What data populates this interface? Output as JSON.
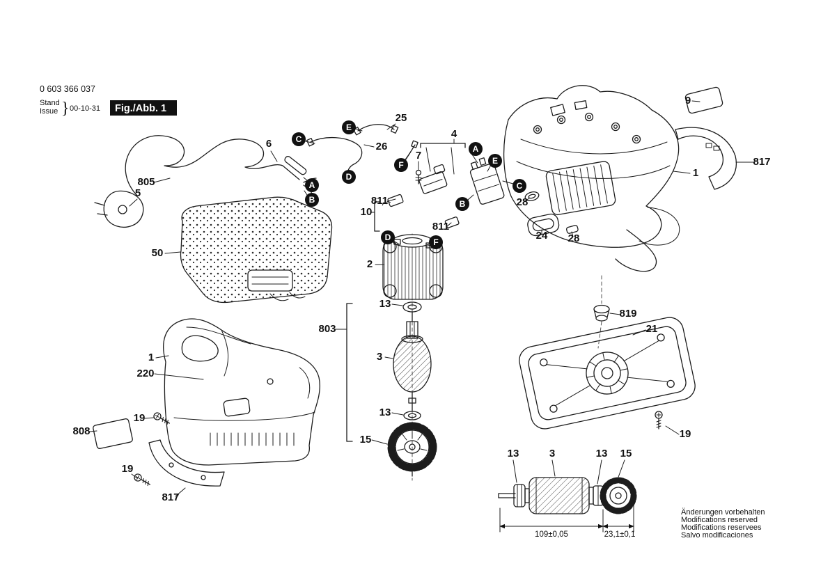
{
  "header": {
    "part_number": "0 603 366 037",
    "stand_label": "Stand",
    "issue_label": "Issue",
    "brace": "}",
    "date": "00-10-31",
    "figure_label": "Fig./Abb. 1"
  },
  "callouts": [
    {
      "id": "805",
      "label": "805"
    },
    {
      "id": "5",
      "label": "5"
    },
    {
      "id": "6",
      "label": "6"
    },
    {
      "id": "25",
      "label": "25"
    },
    {
      "id": "26",
      "label": "26"
    },
    {
      "id": "4",
      "label": "4"
    },
    {
      "id": "7",
      "label": "7"
    },
    {
      "id": "811-left",
      "label": "811"
    },
    {
      "id": "10",
      "label": "10"
    },
    {
      "id": "811-right",
      "label": "811"
    },
    {
      "id": "2",
      "label": "2"
    },
    {
      "id": "13-upper",
      "label": "13"
    },
    {
      "id": "803",
      "label": "803"
    },
    {
      "id": "3",
      "label": "3"
    },
    {
      "id": "13-lower",
      "label": "13"
    },
    {
      "id": "15",
      "label": "15"
    },
    {
      "id": "50",
      "label": "50"
    },
    {
      "id": "1-left",
      "label": "1"
    },
    {
      "id": "220",
      "label": "220"
    },
    {
      "id": "19-top",
      "label": "19"
    },
    {
      "id": "808",
      "label": "808"
    },
    {
      "id": "19-bottom",
      "label": "19"
    },
    {
      "id": "817-left",
      "label": "817"
    },
    {
      "id": "9",
      "label": "9"
    },
    {
      "id": "817-right",
      "label": "817"
    },
    {
      "id": "1-right",
      "label": "1"
    },
    {
      "id": "28-left",
      "label": "28"
    },
    {
      "id": "24",
      "label": "24"
    },
    {
      "id": "28-right",
      "label": "28"
    },
    {
      "id": "819",
      "label": "819"
    },
    {
      "id": "21",
      "label": "21"
    },
    {
      "id": "19-base",
      "label": "19"
    },
    {
      "id": "13-rotor-left",
      "label": "13"
    },
    {
      "id": "3-rotor",
      "label": "3"
    },
    {
      "id": "13-rotor-right",
      "label": "13"
    },
    {
      "id": "15-rotor",
      "label": "15"
    }
  ],
  "markers": [
    "C",
    "E",
    "F",
    "D",
    "A",
    "B",
    "A",
    "E",
    "C",
    "B",
    "D",
    "F"
  ],
  "dimensions": {
    "rotor_length": "109±0,05",
    "pinion_length": "23,1±0,1"
  },
  "footer": {
    "lines": [
      "Änderungen vorbehalten",
      "Modifications reserved",
      "Modifications reservees",
      "Salvo modificaciones"
    ]
  }
}
